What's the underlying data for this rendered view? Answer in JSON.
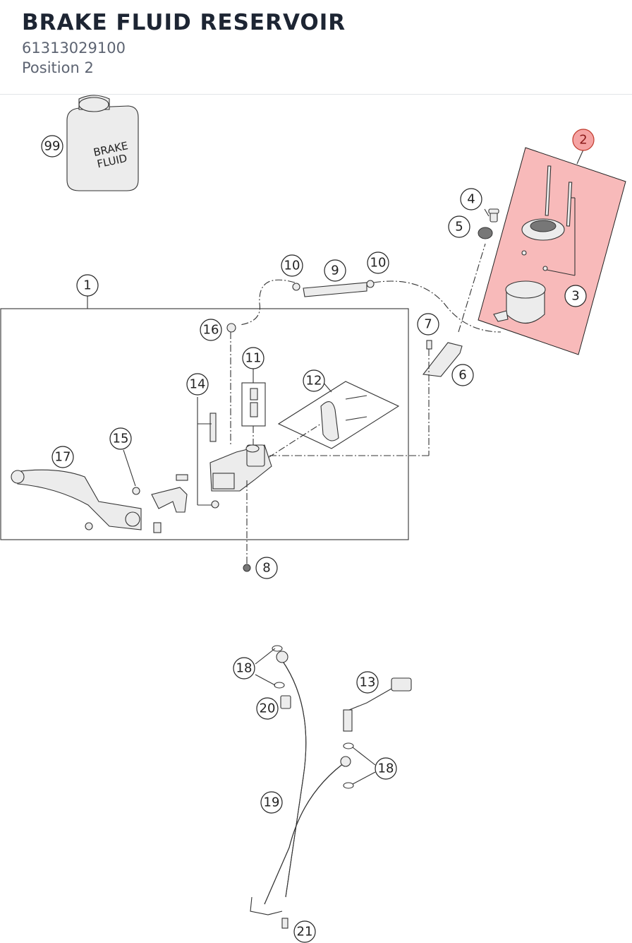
{
  "header": {
    "title": "BRAKE FLUID RESERVOIR",
    "part_number": "61313029100",
    "position": "Position 2"
  },
  "bottle": {
    "text_line1": "BRAKE",
    "text_line2": "FLUID"
  },
  "callouts": [
    {
      "id": "c99",
      "label": "99"
    },
    {
      "id": "c2",
      "label": "2",
      "highlighted": true
    },
    {
      "id": "c4",
      "label": "4"
    },
    {
      "id": "c5",
      "label": "5"
    },
    {
      "id": "c3",
      "label": "3"
    },
    {
      "id": "c10a",
      "label": "10"
    },
    {
      "id": "c9",
      "label": "9"
    },
    {
      "id": "c10b",
      "label": "10"
    },
    {
      "id": "c1",
      "label": "1"
    },
    {
      "id": "c16",
      "label": "16"
    },
    {
      "id": "c7",
      "label": "7"
    },
    {
      "id": "c6",
      "label": "6"
    },
    {
      "id": "c11",
      "label": "11"
    },
    {
      "id": "c12",
      "label": "12"
    },
    {
      "id": "c14",
      "label": "14"
    },
    {
      "id": "c15",
      "label": "15"
    },
    {
      "id": "c17",
      "label": "17"
    },
    {
      "id": "c8",
      "label": "8"
    },
    {
      "id": "c18a",
      "label": "18"
    },
    {
      "id": "c13",
      "label": "13"
    },
    {
      "id": "c20",
      "label": "20"
    },
    {
      "id": "c18b",
      "label": "18"
    },
    {
      "id": "c19",
      "label": "19"
    },
    {
      "id": "c21",
      "label": "21"
    }
  ],
  "highlight_color": "#f5a3a3"
}
